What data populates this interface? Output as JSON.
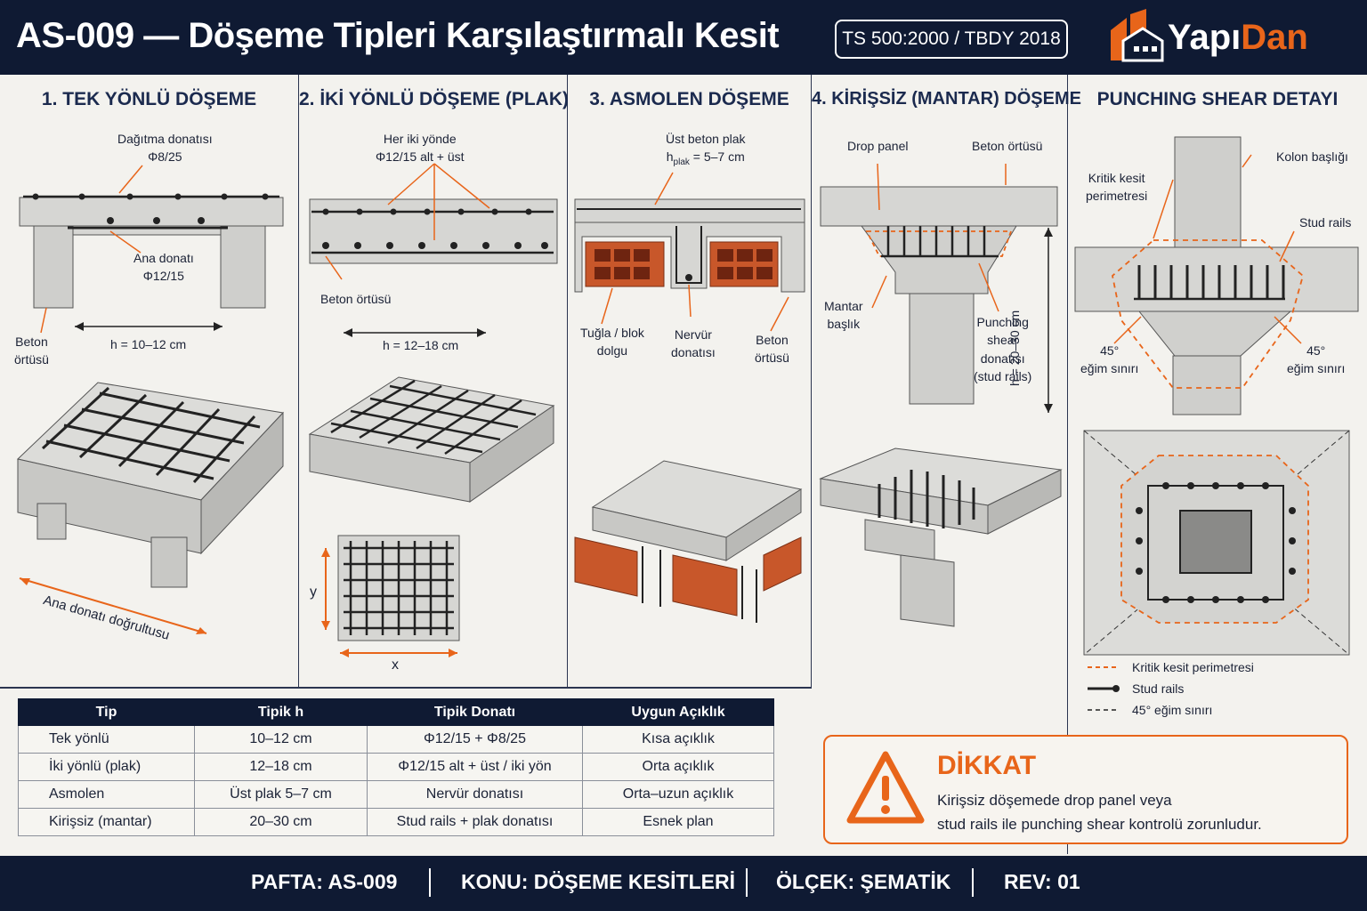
{
  "header": {
    "title": "AS-009 — Döşeme Tipleri Karşılaştırmalı Kesit",
    "standard": "TS 500:2000 / TBDY 2018",
    "logo_a": "Yapı",
    "logo_b": "Dan",
    "logo_icon": "building-icon"
  },
  "colors": {
    "navy": "#0f1a33",
    "accent": "#e8651a",
    "concrete": "#d9d9d6",
    "brick": "#c8572a"
  },
  "p1": {
    "title": "1. TEK YÖNLÜ DÖŞEME",
    "dist": "Dağıtma donatısı",
    "dist_val": "Φ8/25",
    "main": "Ana donatı",
    "main_val": "Φ12/15",
    "cover": "Beton",
    "cover2": "örtüsü",
    "h": "h = 10–12 cm",
    "dir": "Ana donatı doğrultusu"
  },
  "p2": {
    "title": "2. İKİ YÖNLÜ DÖŞEME (PLAK)",
    "both": "Her iki yönde",
    "both_val": "Φ12/15 alt + üst",
    "cover": "Beton örtüsü",
    "h": "h = 12–18 cm",
    "x": "x",
    "y": "y"
  },
  "p3": {
    "title": "3. ASMOLEN DÖŞEME",
    "top": "Üst beton plak",
    "top_h": "h",
    "top_sub": "plak",
    "top_val": " = 5–7 cm",
    "brick": "Tuğla / blok",
    "brick2": "dolgu",
    "rib": "Nervür",
    "rib2": "donatısı",
    "cover": "Beton",
    "cover2": "örtüsü"
  },
  "p4": {
    "title": "4. KİRİŞSİZ (MANTAR) DÖŞEME",
    "drop": "Drop panel",
    "cover": "Beton örtüsü",
    "cap": "Mantar",
    "cap2": "başlık",
    "ps": "Punching",
    "ps2": "shear",
    "ps3": "donatısı",
    "ps4": "(stud rails)",
    "h": "h = 20–30 cm"
  },
  "p5": {
    "title": "PUNCHING SHEAR DETAYI",
    "crit": "Kritik kesit",
    "crit2": "perimetresi",
    "head": "Kolon başlığı",
    "studs": "Stud rails",
    "a1": "45°",
    "a1b": "eğim sınırı",
    "a2": "45°",
    "a2b": "eğim sınırı",
    "leg1": "Kritik kesit perimetresi",
    "leg2": "Stud rails",
    "leg3": "45° eğim sınırı"
  },
  "table": {
    "headers": [
      "Tip",
      "Tipik h",
      "Tipik Donatı",
      "Uygun Açıklık"
    ],
    "rows": [
      [
        "Tek yönlü",
        "10–12 cm",
        "Φ12/15 + Φ8/25",
        "Kısa açıklık"
      ],
      [
        "İki yönlü (plak)",
        "12–18 cm",
        "Φ12/15 alt + üst / iki yön",
        "Orta açıklık"
      ],
      [
        "Asmolen",
        "Üst plak 5–7 cm",
        "Nervür donatısı",
        "Orta–uzun açıklık"
      ],
      [
        "Kirişsiz (mantar)",
        "20–30 cm",
        "Stud rails + plak donatısı",
        "Esnek plan"
      ]
    ]
  },
  "warning": {
    "title": "DİKKAT",
    "line1": "Kirişsiz döşemede drop panel veya",
    "line2": "stud rails ile punching shear kontrolü zorunludur.",
    "icon": "warning-icon"
  },
  "footer": {
    "sheet": "PAFTA: AS-009",
    "subject": "KONU:  DÖŞEME KESİTLERİ",
    "scale": "ÖLÇEK: ŞEMATİK",
    "rev": "REV: 01"
  }
}
